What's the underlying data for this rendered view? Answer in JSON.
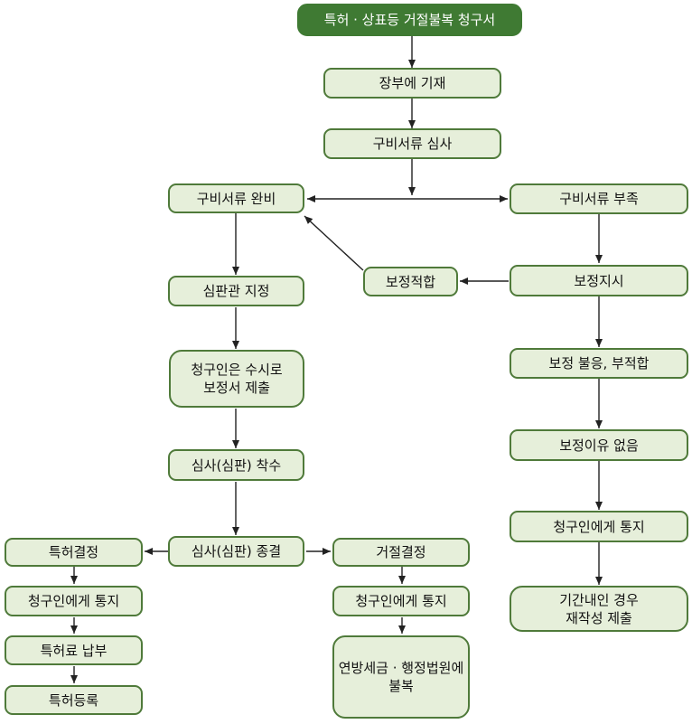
{
  "colors": {
    "node_fill": "#e6efda",
    "node_border": "#4f7a3a",
    "head_fill": "#3f7a33",
    "head_text": "#ffffff",
    "arrow": "#222222"
  },
  "nodes": {
    "request": "특허 · 상표등 거절불복 청구서",
    "register": "장부에 기재",
    "doc_review": "구비서류 심사",
    "docs_complete": "구비서류 완비",
    "docs_missing": "구비서류 부족",
    "amend_ok": "보정적합",
    "amend_order": "보정지시",
    "judge_assign": "심판관 지정",
    "submit_anytime": "청구인은 수시로\n보정서 제출",
    "amend_fail": "보정 불응, 부적합",
    "review_start": "심사(심판) 착수",
    "no_reason": "보정이유 없음",
    "review_end": "심사(심판) 종결",
    "notify_right": "청구인에게 통지",
    "patent_decision": "특허결정",
    "reject_decision": "거절결정",
    "notify_left": "청구인에게 통지",
    "notify_mid": "청구인에게 통지",
    "resubmit": "기간내인 경우\n재작성 제출",
    "fee_pay": "특허료 납부",
    "appeal": "연방세금 · 행정법원에\n불복",
    "patent_register": "특허등록"
  }
}
